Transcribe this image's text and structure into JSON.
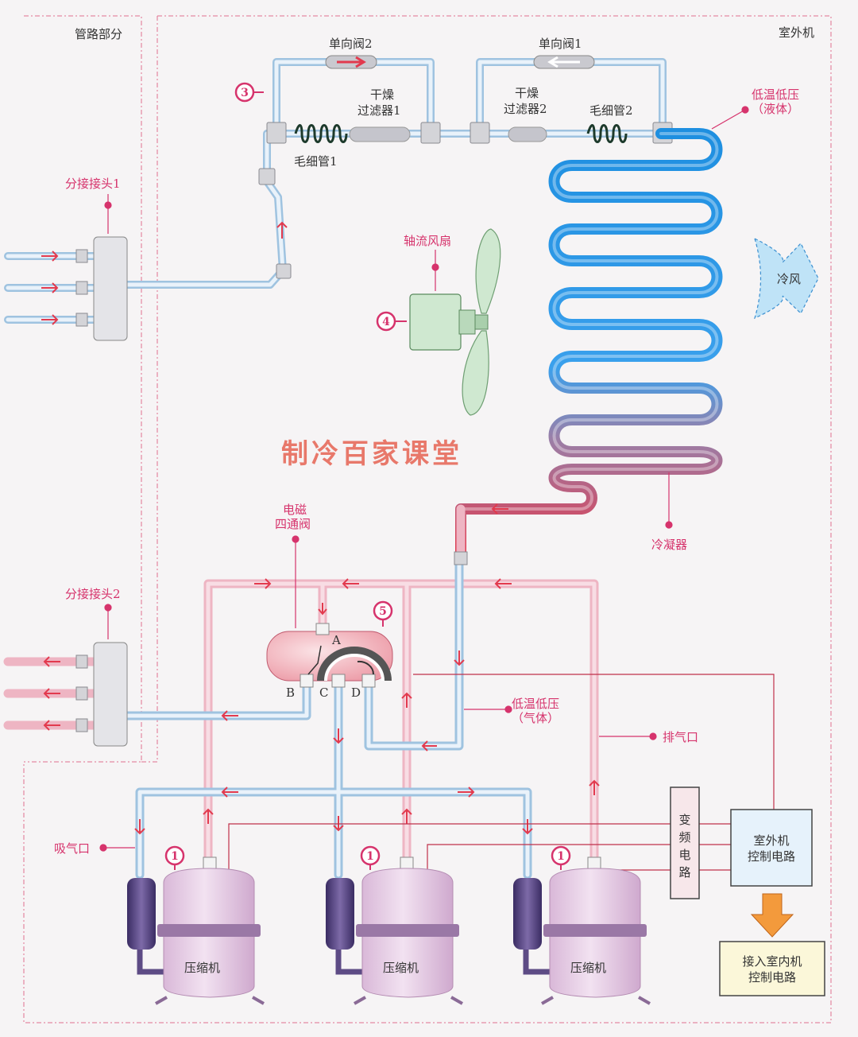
{
  "sections": {
    "pipeline": "管路部分",
    "outdoor_unit": "室外机"
  },
  "labels": {
    "check_valve_2": "单向阀2",
    "check_valve_1": "单向阀1",
    "dryer_filter_1_line1": "干燥",
    "dryer_filter_1_line2": "过滤器1",
    "dryer_filter_2_line1": "干燥",
    "dryer_filter_2_line2": "过滤器2",
    "capillary_1": "毛细管1",
    "capillary_2": "毛细管2",
    "low_temp_liquid_line1": "低温低压",
    "low_temp_liquid_line2": "（液体）",
    "splitter_1": "分接接头1",
    "splitter_2": "分接接头2",
    "axial_fan": "轴流风扇",
    "cold_wind": "冷风",
    "condenser": "冷凝器",
    "solenoid_valve_line1": "电磁",
    "solenoid_valve_line2": "四通阀",
    "port_a": "A",
    "port_b": "B",
    "port_c": "C",
    "port_d": "D",
    "low_temp_gas_line1": "低温低压",
    "low_temp_gas_line2": "（气体）",
    "exhaust_port": "排气口",
    "suction_port": "吸气口",
    "compressor": "压缩机",
    "inverter_circuit": [
      "变",
      "频",
      "电",
      "路"
    ],
    "outdoor_control_line1": "室外机",
    "outdoor_control_line2": "控制电路",
    "indoor_control_line1": "接入室内机",
    "indoor_control_line2": "控制电路",
    "watermark": "制冷百家课堂"
  },
  "markers": {
    "m1": "1",
    "m3": "3",
    "m4": "4",
    "m5": "5"
  },
  "colors": {
    "accent": "#d6336c",
    "cold_pipe": "#1e8fe0",
    "hot_pipe": "#e23a4e",
    "compressor": "#e7cde6"
  }
}
